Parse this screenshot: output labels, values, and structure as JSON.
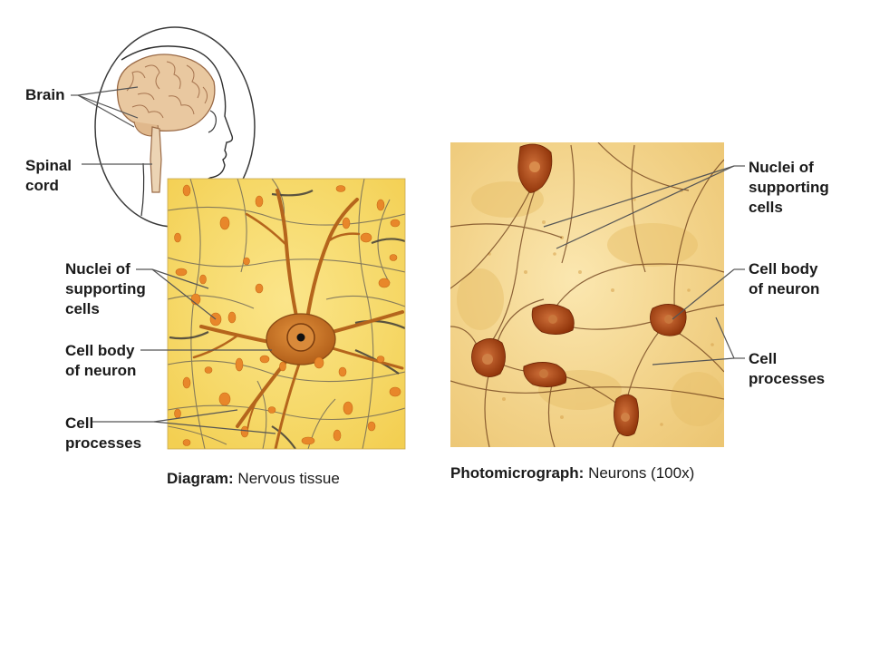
{
  "labels": {
    "brain": "Brain",
    "spinal_cord": "Spinal\ncord",
    "diagram_nuclei": "Nuclei of\nsupporting\ncells",
    "diagram_cell_body": "Cell body\nof neuron",
    "diagram_processes": "Cell\nprocesses",
    "photo_nuclei": "Nuclei of\nsupporting\ncells",
    "photo_cell_body": "Cell body\nof neuron",
    "photo_processes": "Cell\nprocesses"
  },
  "captions": {
    "diagram": {
      "bold": "Diagram:",
      "text": " Nervous tissue"
    },
    "photo": {
      "bold": "Photomicrograph:",
      "text": " Neurons (100x)"
    }
  },
  "colors": {
    "leader_line": "#555555",
    "tissue_background": "#f6d96a",
    "neuron_body": "#c9731e",
    "supporting_nuclei": "#e8872a",
    "photo_background": "#f3d48c",
    "photo_neuron": "#a8400f"
  }
}
